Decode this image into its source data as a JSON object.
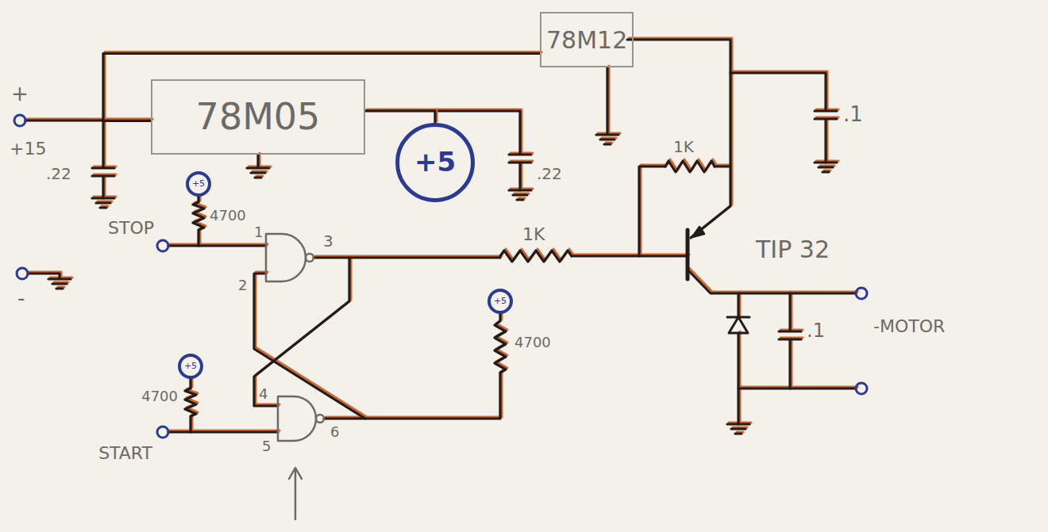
{
  "diagram": {
    "nodes": [
      {
        "text": [
          "78M12"
        ]
      },
      {
        "text": [
          "78M05"
        ]
      },
      {
        "text": [
          "+5"
        ]
      },
      {
        "text": [
          "+5"
        ]
      },
      {
        "text": [
          "+5"
        ]
      },
      {
        "text": [
          "+5"
        ]
      }
    ],
    "edges": [
      {
        "from": 1,
        "to": 2,
        "arrow": "none"
      },
      {
        "from": 1,
        "to": 0,
        "arrow": "none"
      }
    ],
    "labels": [
      "+",
      "+15",
      ".22",
      "STOP",
      "1",
      "2",
      "3",
      "4700",
      "-",
      "4700",
      "START",
      "4",
      "5",
      "6",
      "4700",
      ".22",
      "1K",
      "1K",
      ".1",
      "TIP 32",
      ".1",
      "-MOTOR"
    ]
  }
}
